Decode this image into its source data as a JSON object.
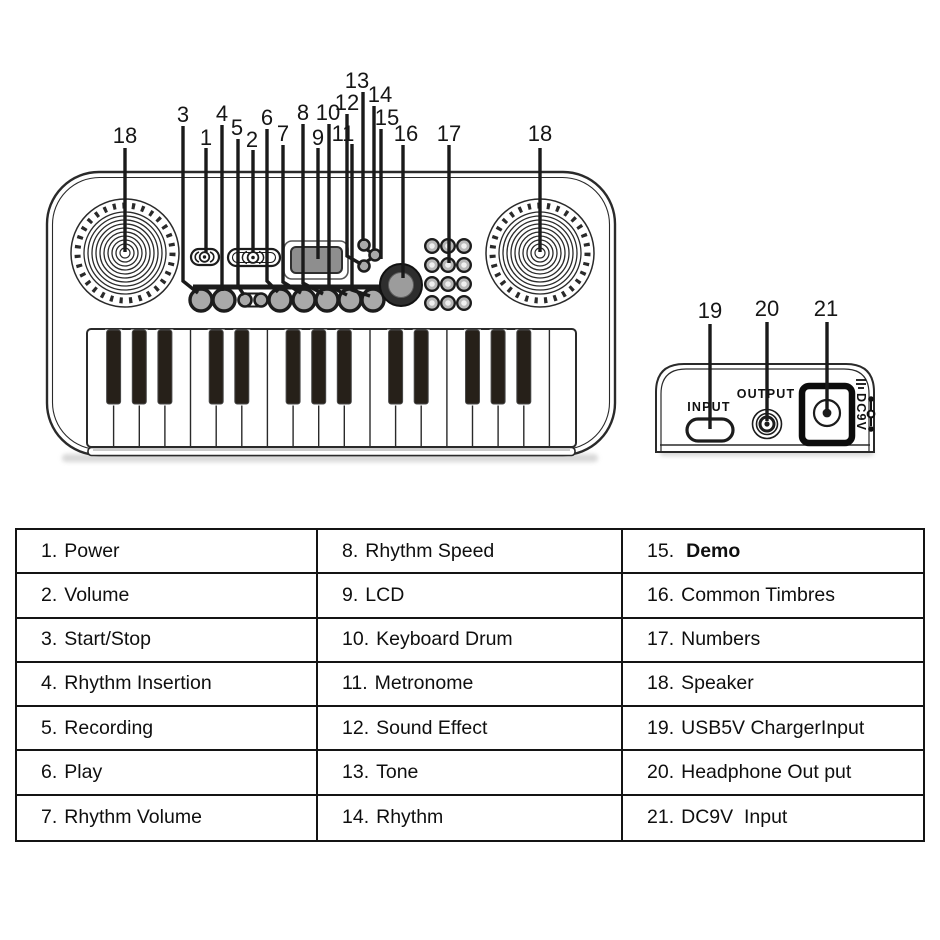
{
  "diagram": {
    "callouts": {
      "c1": "1",
      "c2": "2",
      "c3": "3",
      "c4": "4",
      "c5": "5",
      "c6": "6",
      "c7": "7",
      "c8": "8",
      "c9": "9",
      "c10": "10",
      "c11": "11",
      "c12": "12",
      "c13": "13",
      "c14": "14",
      "c15": "15",
      "c16": "16",
      "c17": "17",
      "c18l": "18",
      "c18r": "18",
      "c19": "19",
      "c20": "20",
      "c21": "21"
    },
    "ports": {
      "input": "INPUT",
      "output": "OUTPUT",
      "dc9v": "DC9V"
    }
  },
  "parts": [
    {
      "num": "1.",
      "label": "Power"
    },
    {
      "num": "2.",
      "label": "Volume"
    },
    {
      "num": "3.",
      "label": "Start/Stop"
    },
    {
      "num": "4.",
      "label": "Rhythm Insertion"
    },
    {
      "num": "5.",
      "label": "Recording"
    },
    {
      "num": "6.",
      "label": "Play"
    },
    {
      "num": "7.",
      "label": "Rhythm Volume"
    },
    {
      "num": "8.",
      "label": "Rhythm Speed"
    },
    {
      "num": "9.",
      "label": "LCD"
    },
    {
      "num": "10.",
      "label": "Keyboard Drum"
    },
    {
      "num": "11.",
      "label": "Metronome"
    },
    {
      "num": "12.",
      "label": "Sound Effect"
    },
    {
      "num": "13.",
      "label": "Tone"
    },
    {
      "num": "14.",
      "label": "Rhythm"
    },
    {
      "num": "15.",
      "label": "Demo"
    },
    {
      "num": "16.",
      "label": "Common Timbres"
    },
    {
      "num": "17.",
      "label": "Numbers"
    },
    {
      "num": "18.",
      "label": "Speaker"
    },
    {
      "num": "19.",
      "label": "USB5V ChargerInput"
    },
    {
      "num": "20.",
      "label": "Headphone Out put"
    },
    {
      "num": "21.",
      "label": "DC9V  Input"
    }
  ]
}
